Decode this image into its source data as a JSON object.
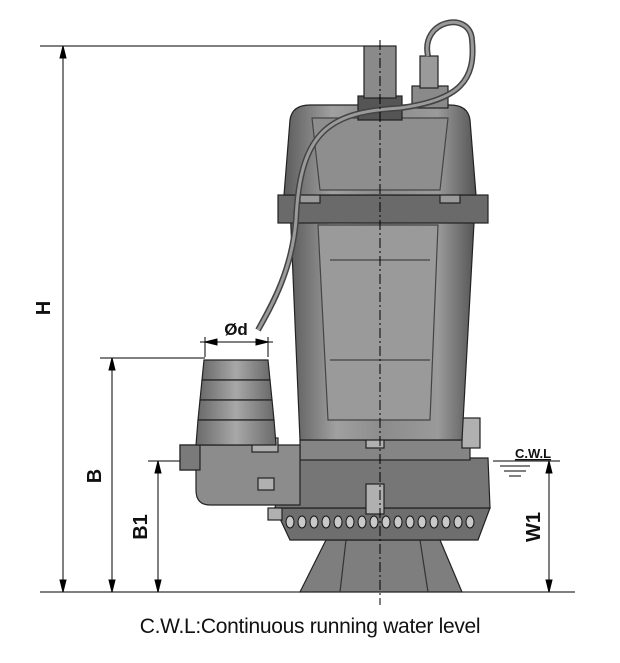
{
  "dimensions": {
    "height": "H",
    "outlet_diameter": "Ød",
    "outlet_height": "B",
    "outlet_base_height": "B1",
    "water_level_height": "W1",
    "water_level_marker": "C.W.L"
  },
  "caption": "C.W.L:Continuous running water level",
  "colors": {
    "pump_body": "#8a8a8a",
    "pump_dark": "#4a4a4a",
    "line": "#000000"
  }
}
